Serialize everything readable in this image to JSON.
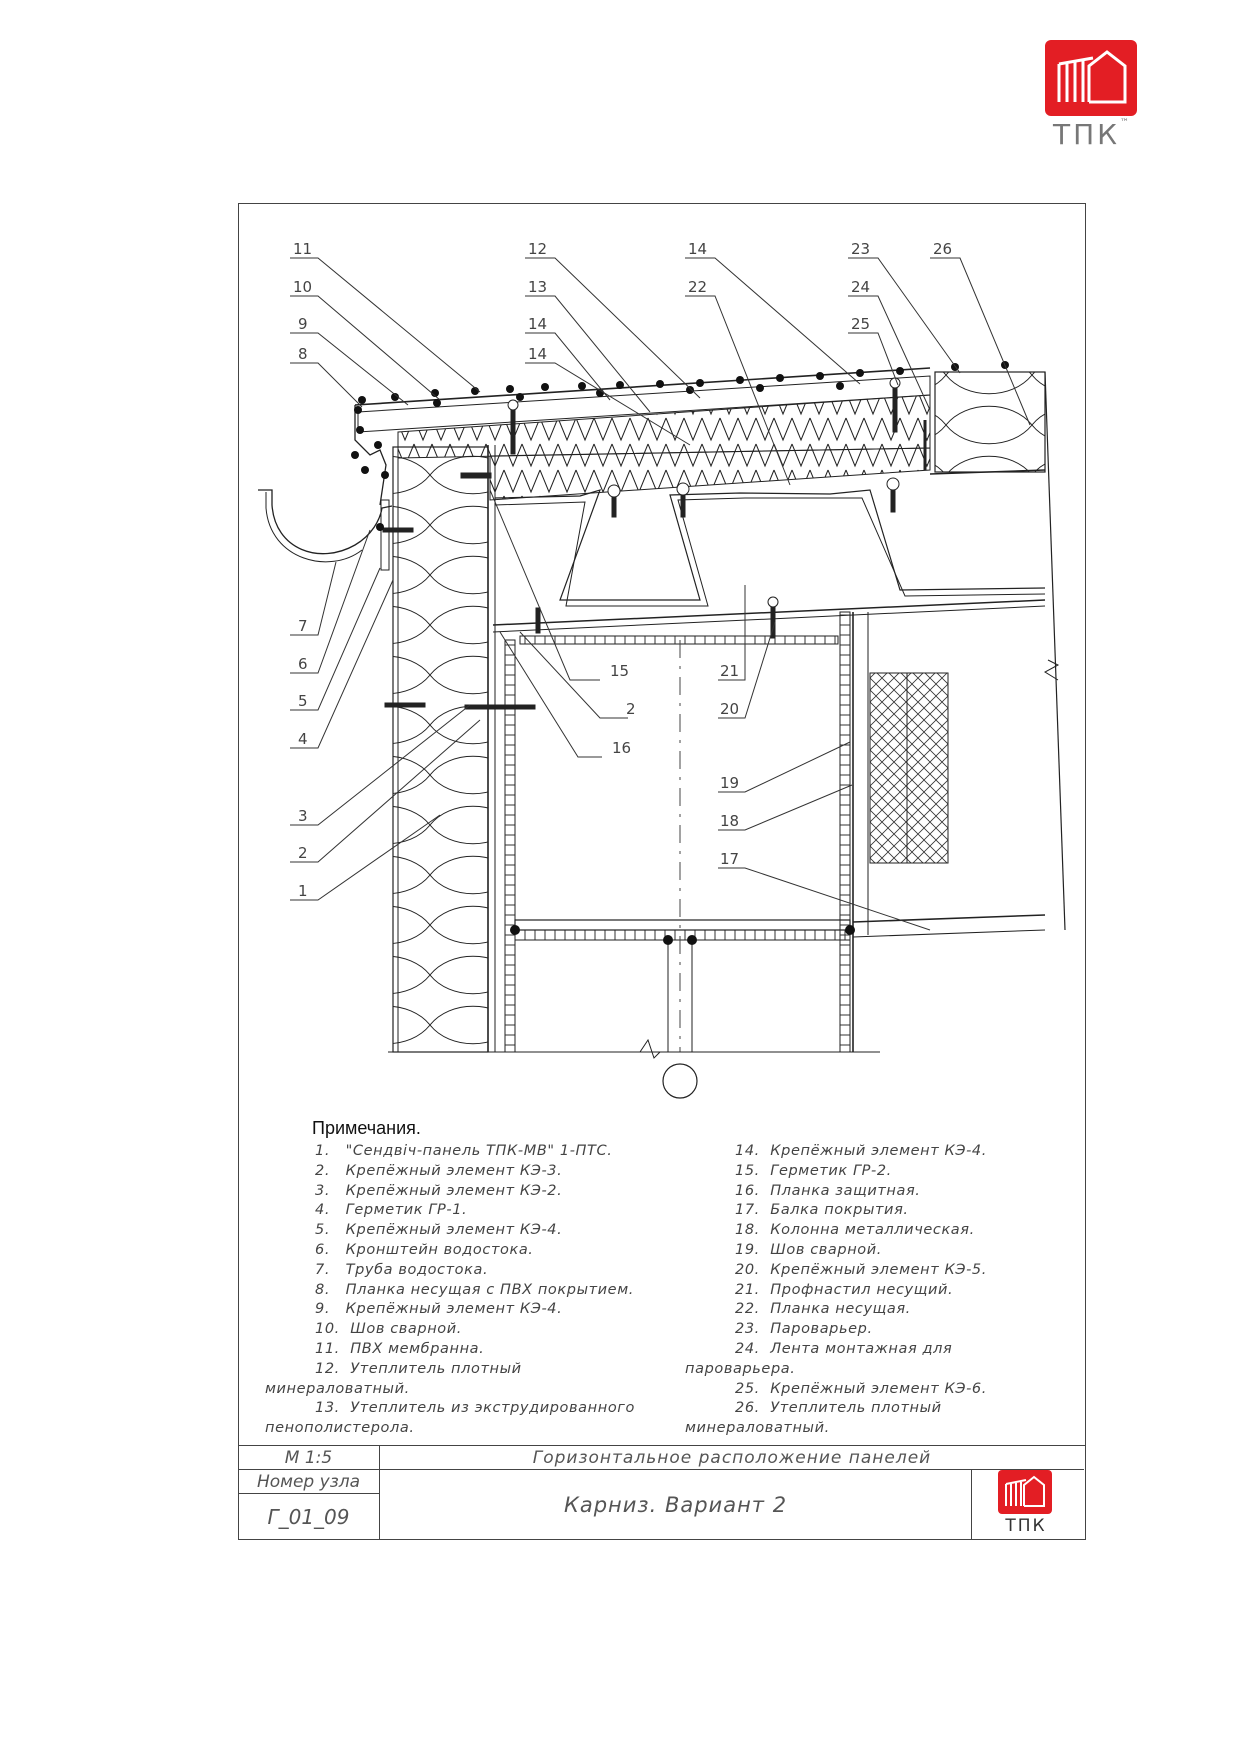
{
  "brand": {
    "logo_text": "ТПК",
    "logo_tm": "™",
    "accent_color": "#e31e24"
  },
  "callouts": {
    "left": [
      "11",
      "10",
      "9",
      "8",
      "7",
      "6",
      "5",
      "4",
      "3",
      "2",
      "1"
    ],
    "top_mid": [
      "12",
      "13",
      "14",
      "14"
    ],
    "top_14": "14",
    "top_22": "22",
    "right_top": [
      "23",
      "24",
      "25"
    ],
    "top_26": "26",
    "mid": [
      "15",
      "2",
      "16"
    ],
    "right_mid": [
      "21",
      "20"
    ],
    "right_low": [
      "19",
      "18",
      "17"
    ]
  },
  "notes": {
    "title": "Примечания.",
    "left_column": [
      "1.   \"Сендвіч-панель ТПК-МВ\" 1-ПТС.",
      "2.   Крепёжный элемент КЭ-3.",
      "3.   Крепёжный элемент КЭ-2.",
      "4.   Герметик ГР-1.",
      "5.   Крепёжный элемент КЭ-4.",
      "6.   Кронштейн водостока.",
      "7.   Труба водостока.",
      "8.   Планка несущая с ПВХ покрытием.",
      "9.   Крепёжный элемент КЭ-4.",
      "10.  Шов сварной.",
      "11.  ПВХ мембранна.",
      "12.  Утеплитель плотный",
      "минераловатный.",
      "13.  Утеплитель из экструдированного",
      "пенополистерола."
    ],
    "right_column": [
      "14.  Крепёжный элемент КЭ-4.",
      "15.  Герметик ГР-2.",
      "16.  Планка защитная.",
      "17.  Балка покрытия.",
      "18.  Колонна металлическая.",
      "19.  Шов сварной.",
      "20.  Крепёжный элемент КЭ-5.",
      "21.  Профнастил несущий.",
      "22.  Планка несущая.",
      "23.  Пароварьер.",
      "24.  Лента монтажная для",
      "пароварьера.",
      "25.  Крепёжный элемент КЭ-6.",
      "26.  Утеплитель плотный",
      "минераловатный."
    ]
  },
  "stamp": {
    "scale": "М 1:5",
    "node_label": "Номер узла",
    "node_number": "Г_01_09",
    "subtitle": "Горизонтальное расположение панелей",
    "title": "Карниз. Вариант 2",
    "logo_text": "ТПК"
  }
}
